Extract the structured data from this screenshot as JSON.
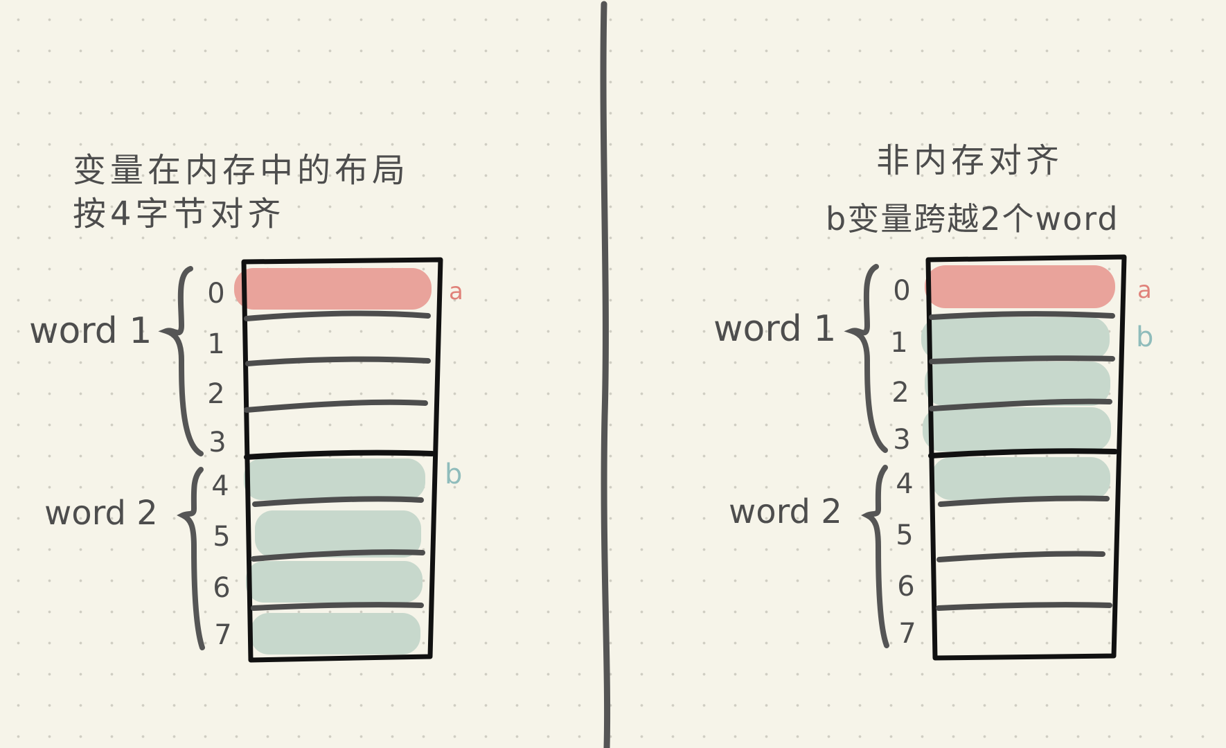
{
  "left_panel": {
    "title_line1": "变量在内存中的布局",
    "title_line2": "按4字节对齐",
    "row_labels": [
      "0",
      "1",
      "2",
      "3",
      "4",
      "5",
      "6",
      "7"
    ],
    "word1_label": "word 1",
    "word2_label": "word 2",
    "var_a_label": "a",
    "var_b_label": "b",
    "var_a_bytes": [
      0
    ],
    "var_b_bytes": [
      4,
      5,
      6,
      7
    ]
  },
  "right_panel": {
    "title_line1": "非内存对齐",
    "title_line2": "b变量跨越2个word",
    "row_labels": [
      "0",
      "1",
      "2",
      "3",
      "4",
      "5",
      "6",
      "7"
    ],
    "word1_label": "word 1",
    "word2_label": "word 2",
    "var_a_label": "a",
    "var_b_label": "b",
    "var_a_bytes": [
      0
    ],
    "var_b_bytes": [
      1,
      2,
      3,
      4
    ]
  },
  "colors": {
    "background": "#f6f4e9",
    "var_a": "#e9a39b",
    "var_b": "#c7d8cc",
    "var_a_text": "#e0827a",
    "var_b_text": "#8fbcbb",
    "ink": "#111111",
    "divider_ink": "#555555"
  }
}
